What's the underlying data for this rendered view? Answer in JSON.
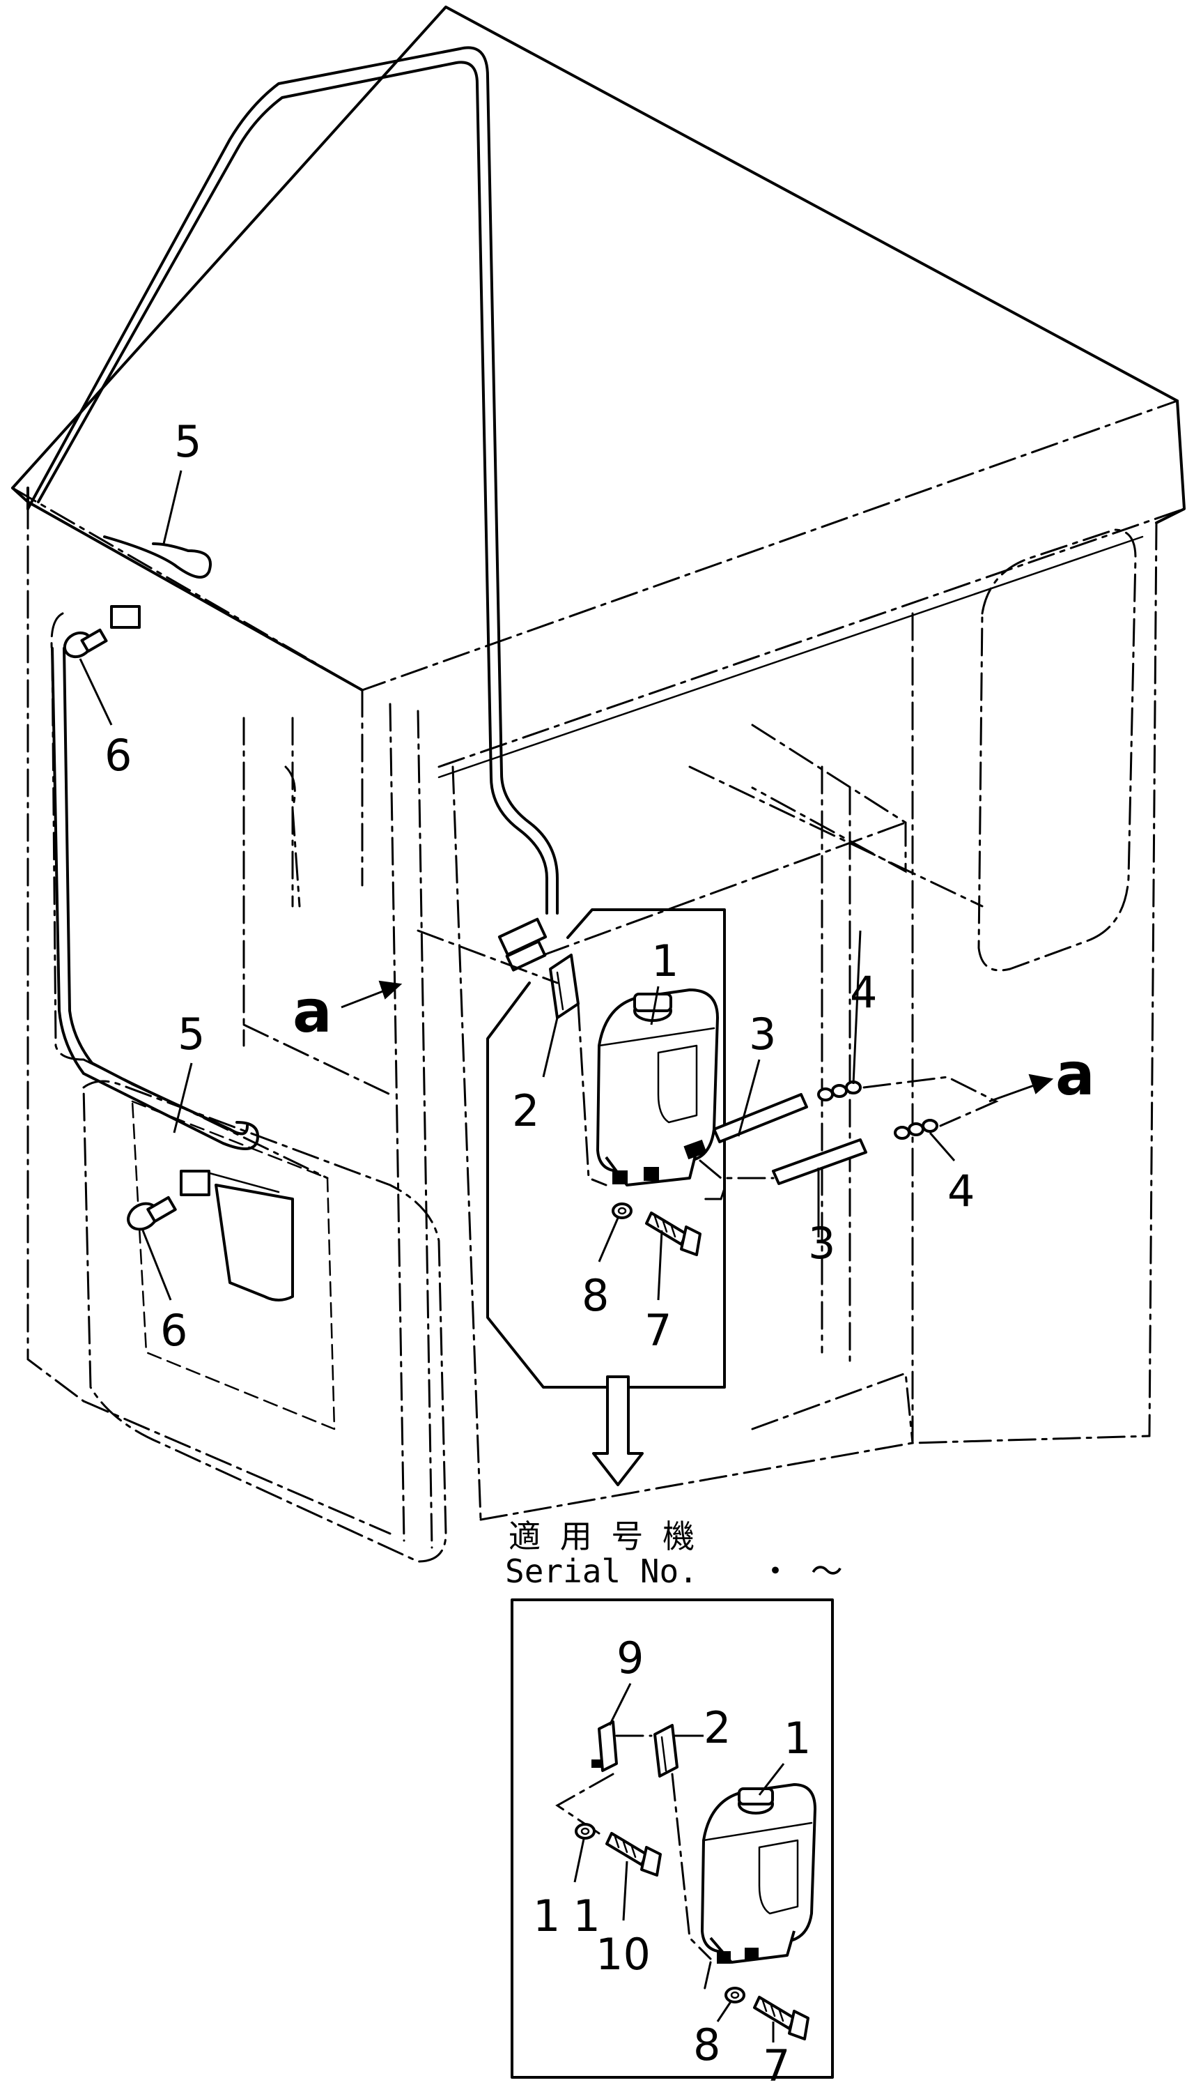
{
  "callouts": {
    "c1": "1",
    "c2": "2",
    "c3": "3",
    "c4": "4",
    "c5": "5",
    "c6": "6",
    "c7": "7",
    "c8": "8",
    "c9": "9",
    "c10": "10",
    "c11": "11"
  },
  "view_marker": "a",
  "serial_label_jp": "適 用 号 機",
  "serial_label_en": "Serial No.",
  "serial_range": "・ ～"
}
